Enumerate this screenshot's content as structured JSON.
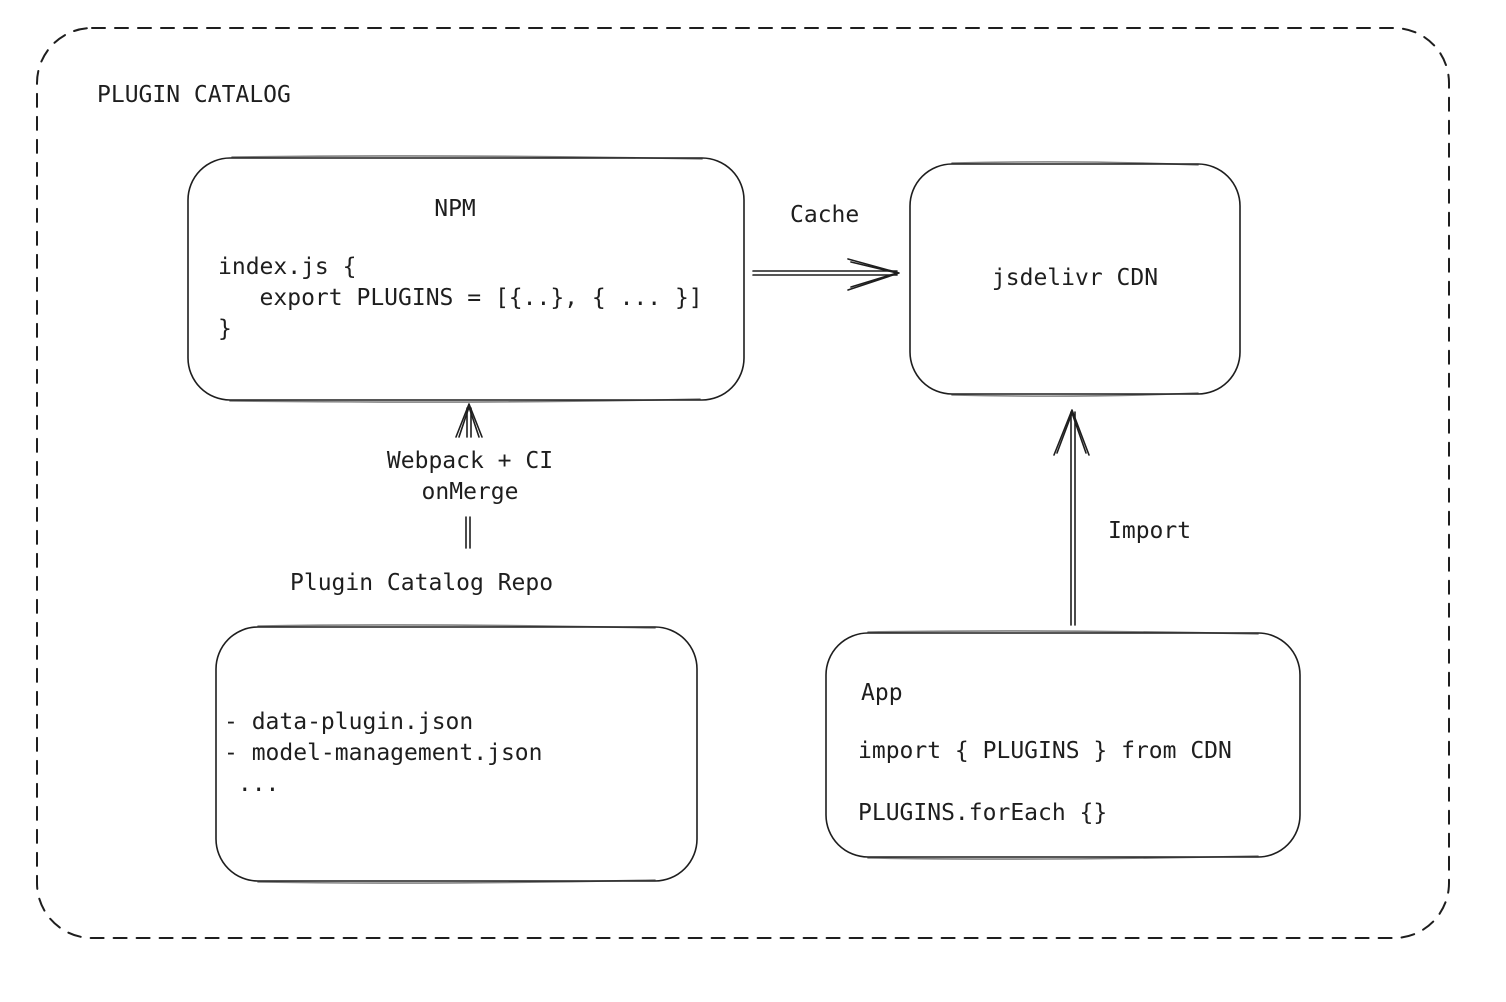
{
  "frame": {
    "title": "PLUGIN CATALOG"
  },
  "npm_box": {
    "title": "NPM",
    "code_lines": [
      "index.js {",
      "   export PLUGINS = [{..}, { ... }]",
      "}"
    ]
  },
  "cdn_box": {
    "title": "jsdelivr CDN"
  },
  "repo_box": {
    "heading": "Plugin Catalog Repo",
    "lines": [
      "- data-plugin.json",
      "- model-management.json",
      " ..."
    ]
  },
  "app_box": {
    "title": "App",
    "line1": "import { PLUGINS } from CDN",
    "line2": "PLUGINS.forEach {}"
  },
  "edges": {
    "cache": "Cache",
    "build_line1": "Webpack + CI",
    "build_line2": "onMerge",
    "import": "Import"
  }
}
